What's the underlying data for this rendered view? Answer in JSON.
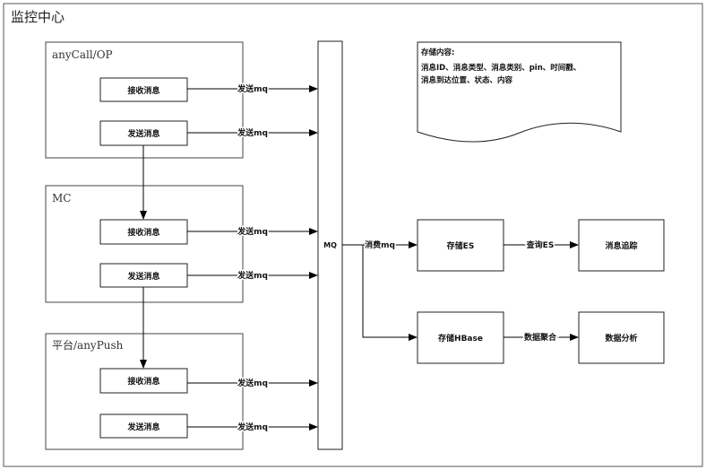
{
  "title": "监控中心",
  "groups": {
    "anycall": "anyCall/OP",
    "mc": "MC",
    "platform": "平台/anyPush"
  },
  "boxes": {
    "receive": "接收消息",
    "send": "发送消息",
    "mq": "MQ",
    "store_es": "存储ES",
    "trace": "消息追踪",
    "store_hbase": "存储HBase",
    "analysis": "数据分析"
  },
  "labels": {
    "send_mq": "发送mq",
    "consume_mq": "消费mq",
    "query_es": "查询ES",
    "data_collect": "数据聚合"
  },
  "note": {
    "title": "存储内容:",
    "line1": "消息ID、消息类型、消息类别、pin、时间戳、",
    "line2": "消息到达位置、状态、内容"
  }
}
